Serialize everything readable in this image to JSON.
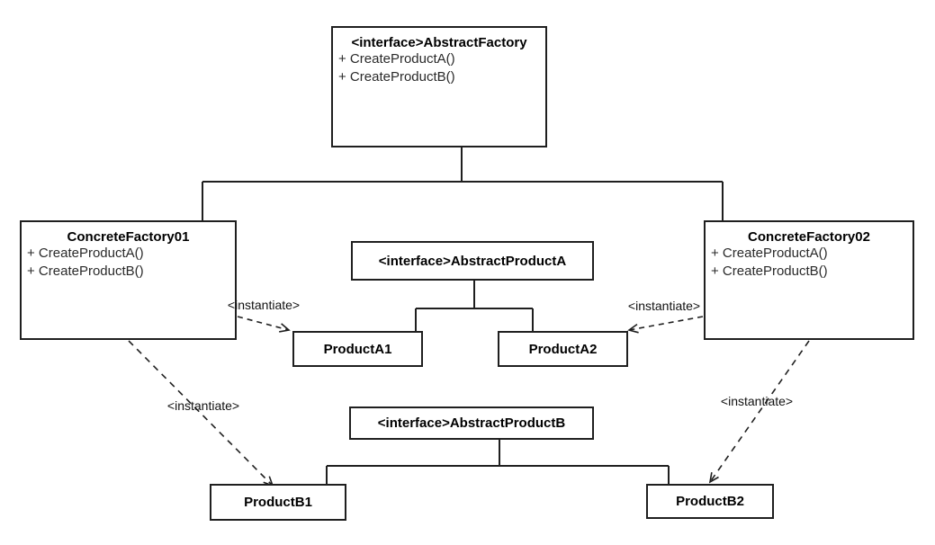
{
  "boxes": {
    "abstract_factory": {
      "title": "<interface>AbstractFactory",
      "methods": [
        "+ CreateProductA()",
        "+ CreateProductB()"
      ]
    },
    "concrete_factory_01": {
      "title": "ConcreteFactory01",
      "methods": [
        "+ CreateProductA()",
        "+ CreateProductB()"
      ]
    },
    "concrete_factory_02": {
      "title": "ConcreteFactory02",
      "methods": [
        "+ CreateProductA()",
        "+ CreateProductB()"
      ]
    },
    "abstract_product_a": {
      "title": "<interface>AbstractProductA"
    },
    "product_a1": {
      "title": "ProductA1"
    },
    "product_a2": {
      "title": "ProductA2"
    },
    "abstract_product_b": {
      "title": "<interface>AbstractProductB"
    },
    "product_b1": {
      "title": "ProductB1"
    },
    "product_b2": {
      "title": "ProductB2"
    }
  },
  "labels": {
    "instantiate": "<instantiate>"
  },
  "colors": {
    "line": "#1f1f1f",
    "text": "#000000",
    "background": "#ffffff"
  }
}
